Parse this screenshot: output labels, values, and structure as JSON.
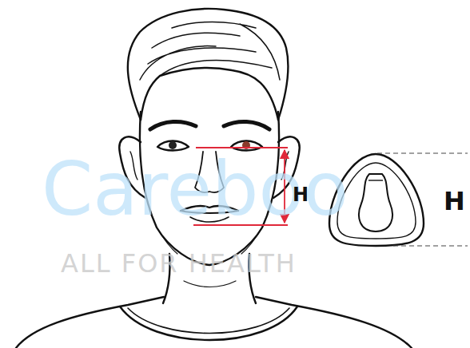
{
  "diagram": {
    "labels": [
      "H",
      "H",
      "Careboo",
      "ALL FOR HEALTH"
    ]
  }
}
